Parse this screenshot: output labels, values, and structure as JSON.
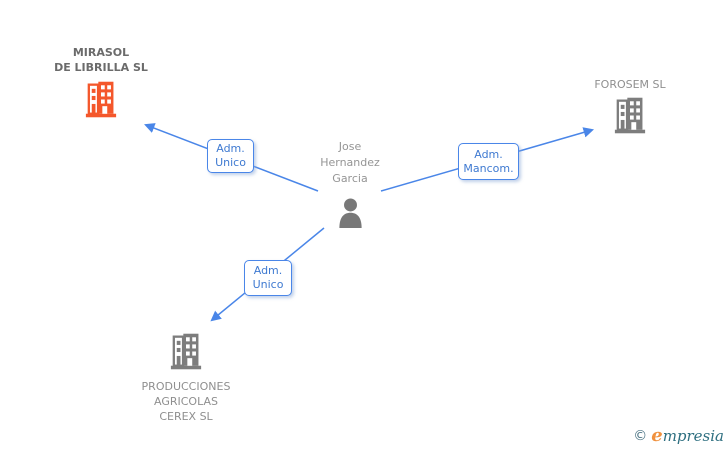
{
  "diagram": {
    "person": {
      "name_lines": [
        "Jose",
        "Hernandez",
        "Garcia"
      ]
    },
    "companies": [
      {
        "name_lines": [
          "MIRASOL",
          "DE LIBRILLA SL"
        ],
        "highlighted": true
      },
      {
        "name_lines": [
          "FOROSEM SL"
        ],
        "highlighted": false
      },
      {
        "name_lines": [
          "PRODUCCIONES",
          "AGRICOLAS",
          "CEREX SL"
        ],
        "highlighted": false
      }
    ],
    "relationships": [
      {
        "from": "Jose Hernandez Garcia",
        "to": "MIRASOL DE LIBRILLA SL",
        "label_lines": [
          "Adm.",
          "Unico"
        ]
      },
      {
        "from": "Jose Hernandez Garcia",
        "to": "FOROSEM SL",
        "label_lines": [
          "Adm.",
          "Mancom."
        ]
      },
      {
        "from": "Jose Hernandez Garcia",
        "to": "PRODUCCIONES AGRICOLAS CEREX SL",
        "label_lines": [
          "Adm.",
          "Unico"
        ]
      }
    ],
    "colors": {
      "highlight_company_orange": "#f4572b",
      "company_icon_gray": "#7d7d7d",
      "arrow_blue": "#4a86e8",
      "relationship_text_blue": "#3f7ad1",
      "name_text_gray": "#8f8f8f"
    }
  },
  "watermark": {
    "copyright": "©",
    "brand_first": "e",
    "brand_rest": "mpresia"
  }
}
